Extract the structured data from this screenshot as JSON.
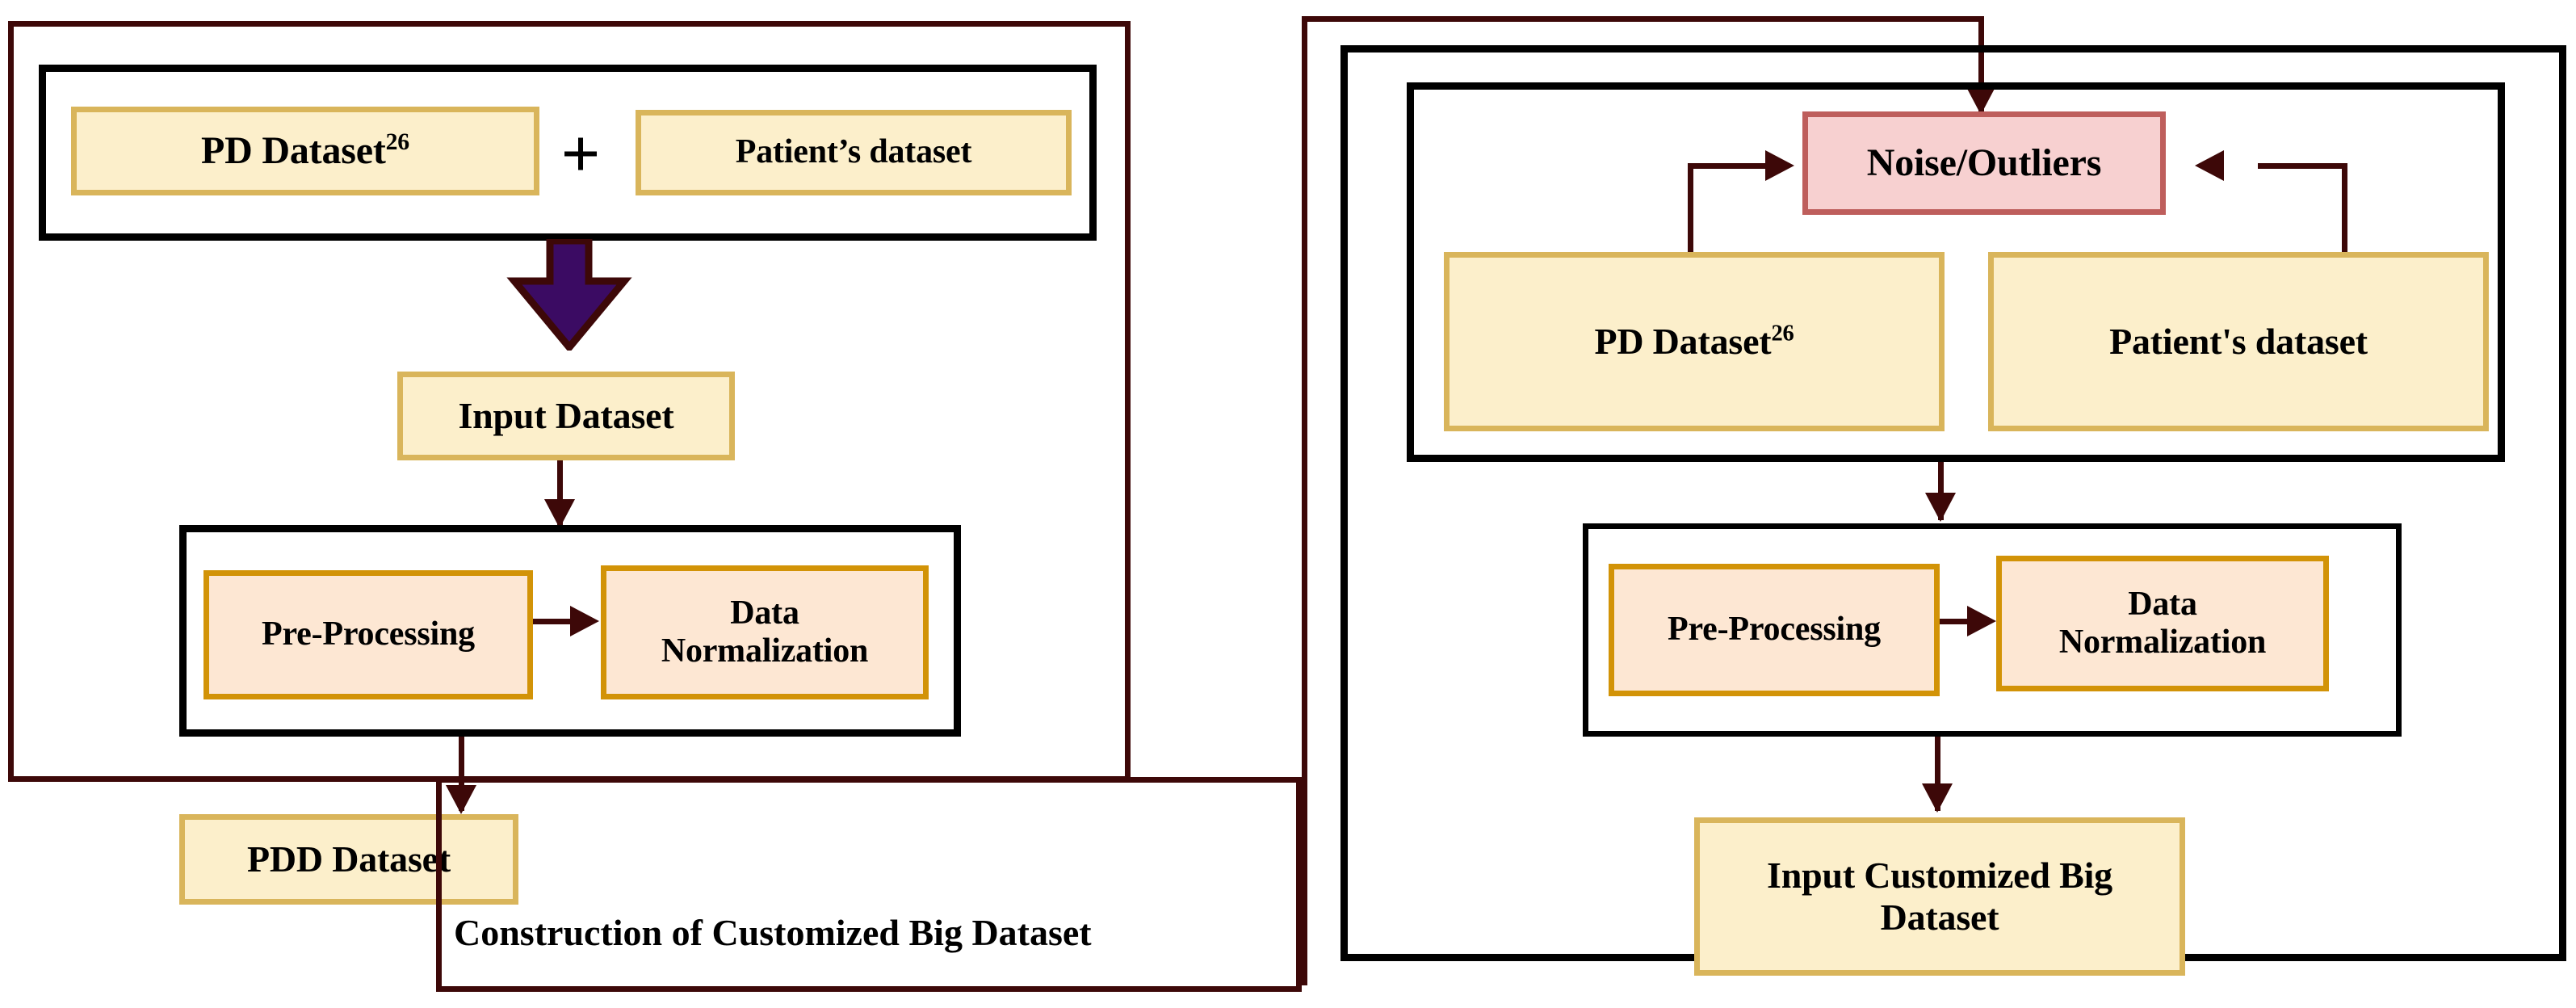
{
  "diagram": {
    "title": "Construction of Customized Big Dataset",
    "type": "flowchart",
    "panels": [
      {
        "id": "left-panel",
        "caption": "Construction of Customized Big Dataset",
        "nodes": [
          {
            "id": "pd-dataset-left",
            "label": "PD Dataset",
            "superscript": "26",
            "style": "cream"
          },
          {
            "id": "patients-dataset-left",
            "label": "Patient’s dataset",
            "style": "cream"
          },
          {
            "id": "input-dataset",
            "label": "Input Dataset",
            "style": "cream"
          },
          {
            "id": "pre-processing-left",
            "label": "Pre-Processing",
            "style": "peach"
          },
          {
            "id": "data-normalization-left",
            "label": "Data Normalization",
            "style": "peach"
          },
          {
            "id": "pdd-dataset",
            "label": "PDD Dataset",
            "style": "cream"
          }
        ],
        "operators": [
          {
            "id": "plus-operator",
            "symbol": "+"
          }
        ]
      },
      {
        "id": "right-panel",
        "nodes": [
          {
            "id": "noise-outliers",
            "label": "Noise/Outliers",
            "style": "pink"
          },
          {
            "id": "pd-dataset-right",
            "label": "PD Dataset",
            "superscript": "26",
            "style": "cream"
          },
          {
            "id": "patients-dataset-right",
            "label": "Patient's dataset",
            "style": "cream"
          },
          {
            "id": "pre-processing-right",
            "label": "Pre-Processing",
            "style": "peach"
          },
          {
            "id": "data-normalization-right",
            "label": "Data Normalization",
            "style": "peach"
          },
          {
            "id": "input-customized-big-dataset",
            "label": "Input Customized Big Dataset",
            "style": "cream"
          }
        ]
      }
    ],
    "colors": {
      "maroon_stroke": "#3D0808",
      "black_stroke": "#000000",
      "cream_fill": "#FCEFCB",
      "cream_border": "#D9B55B",
      "peach_fill": "#FDE7D3",
      "peach_border": "#D29307",
      "pink_fill": "#F7D0D0",
      "pink_border": "#BE5E5C",
      "purple_arrow_fill": "#3B0B63",
      "purple_arrow_stroke": "#3D0808"
    },
    "labels": {
      "pd_dataset": "PD Dataset",
      "superscript_26": "26",
      "patients_dataset_curly": "Patient’s dataset",
      "patients_dataset_straight": "Patient's dataset",
      "input_dataset": "Input Dataset",
      "pre_processing": "Pre-Processing",
      "data_normalization": "Data Normalization",
      "pdd_dataset": "PDD Dataset",
      "noise_outliers": "Noise/Outliers",
      "input_customized_big_dataset": "Input Customized Big Dataset",
      "plus": "+",
      "caption": "Construction of Customized Big Dataset"
    }
  }
}
